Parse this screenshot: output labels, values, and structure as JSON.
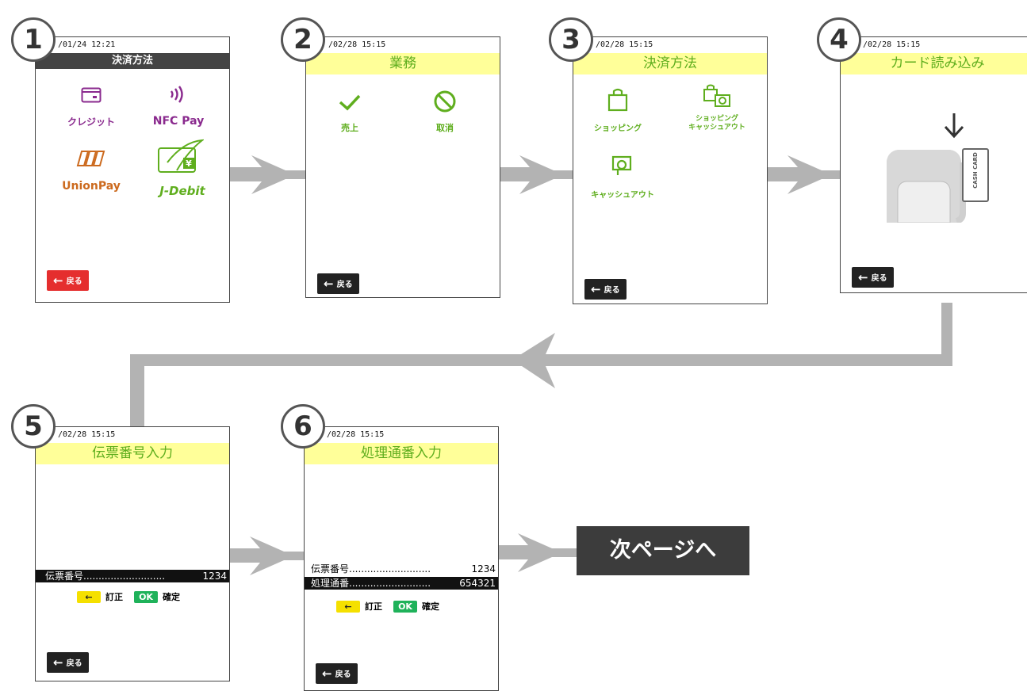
{
  "colors": {
    "accent_green": "#5fae1e",
    "purple": "#8a2a8e",
    "orange": "#cc6a1e",
    "title_yellow": "#ffff99",
    "back_red": "#e52e2e",
    "arrow_gray": "#b3b3b3"
  },
  "screens": [
    {
      "num": "1",
      "time": "/01/24 12:21",
      "title": "決済方法",
      "back": "戻る",
      "items": [
        {
          "label": "クレジット",
          "icon": "credit-card-icon"
        },
        {
          "label": "NFC Pay",
          "icon": "contactless-icon"
        },
        {
          "label": "UnionPay",
          "icon": "unionpay-icon"
        },
        {
          "label": "J-Debit",
          "icon": "jdebit-card-icon"
        }
      ]
    },
    {
      "num": "2",
      "time": "/02/28 15:15",
      "title": "業務",
      "back": "戻る",
      "items": [
        {
          "label": "売上",
          "icon": "check-icon"
        },
        {
          "label": "取消",
          "icon": "prohibited-icon"
        }
      ]
    },
    {
      "num": "3",
      "time": "/02/28 15:15",
      "title": "決済方法",
      "back": "戻る",
      "items": [
        {
          "label": "ショッピング",
          "icon": "shopping-bag-icon"
        },
        {
          "label": "ショッピング",
          "label2": "キャッシュアウト",
          "icon": "shopping-cashout-icon"
        },
        {
          "label": "キャッシュアウト",
          "icon": "cashout-icon"
        }
      ]
    },
    {
      "num": "4",
      "time": "/02/28 15:15",
      "title": "カード読み込み",
      "back": "戻る",
      "card_text": "CASH CARD",
      "icon": "down-arrow-icon"
    },
    {
      "num": "5",
      "time": "/02/28 15:15",
      "title": "伝票番号入力",
      "back": "戻る",
      "rows": [
        {
          "label": "伝票番号",
          "dots": "...........................",
          "value": "1234"
        }
      ],
      "keys": {
        "back_key": "←",
        "back_text": "訂正",
        "ok_key": "OK",
        "ok_text": "確定"
      }
    },
    {
      "num": "6",
      "time": "/02/28 15:15",
      "title": "処理通番入力",
      "back": "戻る",
      "rows": [
        {
          "label": "伝票番号",
          "dots": "...........................",
          "value": "1234"
        },
        {
          "label": "処理通番",
          "dots": "...........................",
          "value": "654321"
        }
      ],
      "keys": {
        "back_key": "←",
        "back_text": "訂正",
        "ok_key": "OK",
        "ok_text": "確定"
      }
    }
  ],
  "next_page": "次ページへ"
}
